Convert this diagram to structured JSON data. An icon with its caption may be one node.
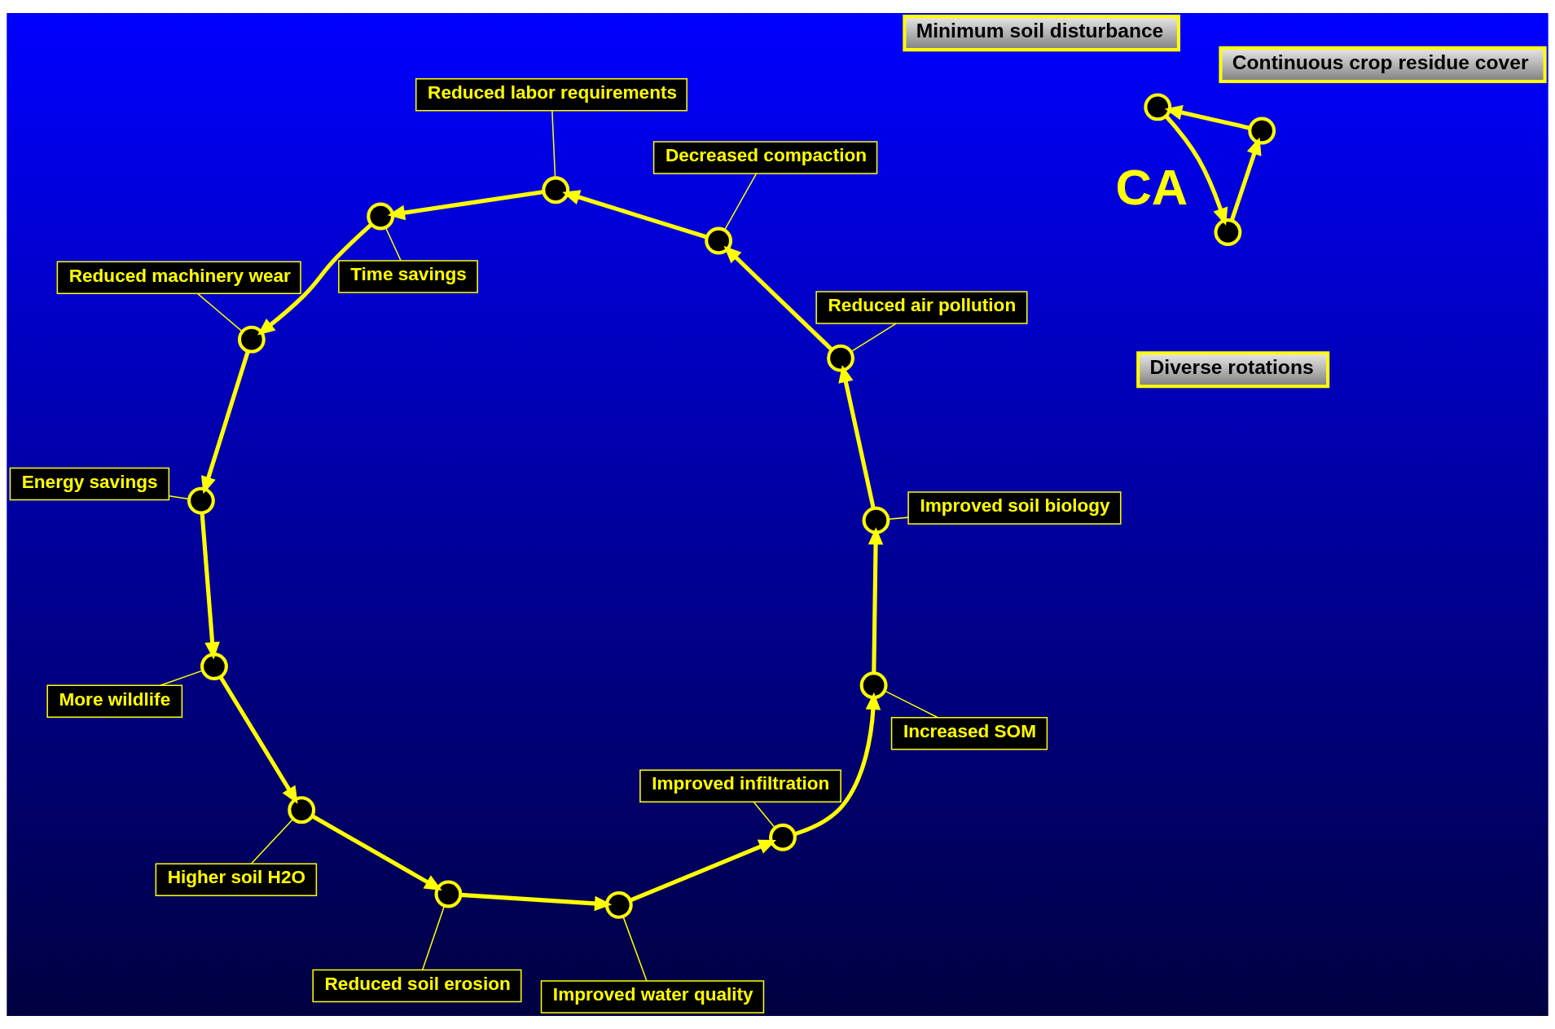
{
  "diagram": {
    "nodes": [
      {
        "text": [
          "Decreased compaction"
        ]
      },
      {
        "text": [
          "Reduced labor requirements"
        ]
      },
      {
        "text": [
          "Time savings"
        ]
      },
      {
        "text": [
          "Reduced machinery wear"
        ]
      },
      {
        "text": [
          "Energy savings"
        ]
      },
      {
        "text": [
          "Reduced air pollution"
        ]
      },
      {
        "text": [
          "Minimum soil disturbance"
        ]
      },
      {
        "text": [
          "Continuous crop residue cover"
        ]
      },
      {
        "text": [
          "More wildlife"
        ]
      },
      {
        "text": [
          "Improved soil biology"
        ]
      },
      {
        "text": [
          "Diverse rotations"
        ]
      },
      {
        "text": [
          "Higher soil H2O"
        ]
      },
      {
        "text": [
          "Increased SOM"
        ]
      },
      {
        "text": [
          "Reduced soil erosion"
        ]
      },
      {
        "text": [
          "Improved infiltration"
        ]
      },
      {
        "text": [
          "Improved water quality"
        ]
      },
      {
        "text": [],
        "shape": "circle"
      },
      {
        "text": [],
        "shape": "circle"
      },
      {
        "text": [],
        "shape": "circle"
      },
      {
        "text": [],
        "shape": "circle"
      },
      {
        "text": [],
        "shape": "circle"
      },
      {
        "text": [],
        "shape": "circle"
      },
      {
        "text": [],
        "shape": "circle"
      },
      {
        "text": [],
        "shape": "circle"
      },
      {
        "text": [],
        "shape": "circle"
      },
      {
        "text": [],
        "shape": "circle"
      },
      {
        "text": [],
        "shape": "circle"
      },
      {
        "text": [],
        "shape": "circle"
      },
      {
        "text": [],
        "shape": "circle"
      },
      {
        "text": [],
        "shape": "circle"
      },
      {
        "text": [],
        "shape": "circle"
      },
      {
        "text": [],
        "shape": "circle"
      }
    ],
    "edges": [
      {
        "from": 16,
        "to": 17,
        "arrow": "to"
      },
      {
        "from": 17,
        "to": 18,
        "arrow": "to"
      },
      {
        "from": 18,
        "to": 19,
        "arrow": "to"
      },
      {
        "from": 19,
        "to": 20,
        "arrow": "to"
      },
      {
        "from": 20,
        "to": 21,
        "arrow": "to"
      },
      {
        "from": 21,
        "to": 22,
        "arrow": "to"
      },
      {
        "from": 22,
        "to": 23,
        "arrow": "to"
      },
      {
        "from": 23,
        "to": 24,
        "arrow": "to"
      },
      {
        "from": 24,
        "to": 25,
        "arrow": "to"
      },
      {
        "from": 25,
        "to": 26,
        "arrow": "to"
      },
      {
        "from": 26,
        "to": 27,
        "arrow": "to"
      },
      {
        "from": 27,
        "to": 28,
        "arrow": "to"
      },
      {
        "from": 28,
        "to": 16,
        "arrow": "to"
      },
      {
        "from": 30,
        "to": 29,
        "arrow": "to"
      },
      {
        "from": 29,
        "to": 31,
        "arrow": "to"
      },
      {
        "from": 31,
        "to": 30,
        "arrow": "to"
      },
      {
        "from": 0,
        "to": 16,
        "arrow": "none"
      },
      {
        "from": 1,
        "to": 17,
        "arrow": "none"
      },
      {
        "from": 2,
        "to": 18,
        "arrow": "none"
      },
      {
        "from": 3,
        "to": 19,
        "arrow": "none"
      },
      {
        "from": 4,
        "to": 20,
        "arrow": "none"
      },
      {
        "from": 8,
        "to": 21,
        "arrow": "none"
      },
      {
        "from": 11,
        "to": 22,
        "arrow": "none"
      },
      {
        "from": 13,
        "to": 23,
        "arrow": "none"
      },
      {
        "from": 15,
        "to": 24,
        "arrow": "none"
      },
      {
        "from": 14,
        "to": 25,
        "arrow": "none"
      },
      {
        "from": 12,
        "to": 26,
        "arrow": "none"
      },
      {
        "from": 9,
        "to": 27,
        "arrow": "none"
      },
      {
        "from": 5,
        "to": 28,
        "arrow": "none"
      }
    ],
    "labels": [
      "CA"
    ]
  }
}
